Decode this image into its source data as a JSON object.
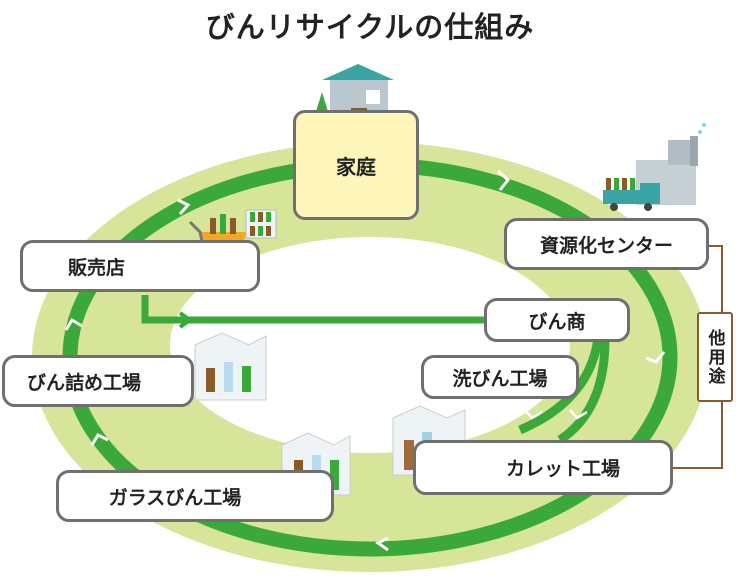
{
  "title": "びんリサイクルの仕組み",
  "nodes": {
    "home": "家庭",
    "resource_center": "資源化センター",
    "bottle_merchant": "びん商",
    "bottle_washing_factory": "洗びん工場",
    "cullet_factory": "カレット工場",
    "glass_bottle_factory": "ガラスびん工場",
    "bottling_factory": "びん詰め工場",
    "retail_store": "販売店",
    "other_use": "他用途"
  },
  "colors": {
    "ring_light": "#d6e59a",
    "ring_dark": "#3aa93a",
    "connector_brown": "#8a5a2b",
    "node_border": "#6f6f6f",
    "home_fill": "#fdf5b9"
  },
  "icons": [
    "house-icon",
    "tree-icon",
    "recycling-facility-icon",
    "truck-icon",
    "shopping-cart-icon",
    "factory-icon",
    "bottle-icon",
    "cullet-bottles-icon"
  ]
}
